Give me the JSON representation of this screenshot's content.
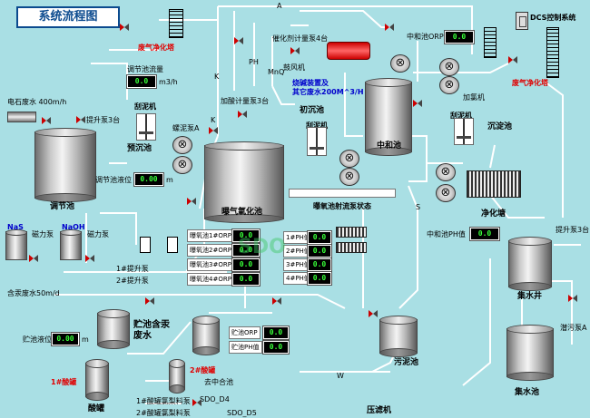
{
  "title": "系统流程图",
  "dcs": "DCS控制系统",
  "tanks": {
    "regulate": "调节池",
    "presettle": "预沉池",
    "anoxic": "曝气氧化池",
    "first": "初沉池",
    "neutral": "中和池",
    "settle": "沉淀池",
    "clarify": "净化塘",
    "collect_well": "集水井",
    "sludge": "污泥池",
    "collect": "集水池",
    "press": "压滤机",
    "store": "贮池含汞废水",
    "acid1": "1#酸罐",
    "acid2": "2#酸罐",
    "acid": "酸罐",
    "nas": "NaS",
    "naoh": "NaOH"
  },
  "labels": {
    "waste_gas_l": "废气净化塔",
    "waste_gas_r": "废气净化塔",
    "feed_water": "电石废水 400m/h",
    "lift_pump": "提升泵3台",
    "regulate_flow": "调节池流量",
    "flow_unit": "m3/h",
    "regulate_level": "调节池液位",
    "level_unit": "m",
    "scraper_l": "刮泥机",
    "scraper_m": "刮泥机",
    "scraper_r": "刮泥机",
    "sludge_pump": "螺泥泵A",
    "dosing_pump": "加酸计量泵3台",
    "oxidizer": "催化剂计量泵4台",
    "blower": "鼓风机",
    "ph": "PH",
    "mnq": "MnQ",
    "burner": "烧碱装置及",
    "other_water": "其它废水200M^3/H",
    "add_alkali": "加氯机",
    "neutral_orp": "中和池ORP",
    "neutral_ph": "中和池PH值",
    "aer_status": "曝氧池射流泵状态",
    "mercury_water": "含汞废水50m/d",
    "lift1": "1#提升泵",
    "lift2": "2#提升泵",
    "mag_pump_a": "磁力泵",
    "mag_pump_b": "磁力泵",
    "store_level": "贮池液位",
    "store_orp": "贮池ORP",
    "store_ph": "贮池PH值",
    "acid_pump1": "1#酸罐氯梨料泵",
    "acid_pump2": "2#酸罐氯梨料泵",
    "to_basin": "去中合池",
    "sdo_d4": "SDO_D4",
    "sdo_d5": "SDO_D5",
    "lift_r": "提升泵3台",
    "sludge_r": "潜污泵A",
    "watermark": "SDO",
    "w": "W",
    "a": "A",
    "k": "K",
    "s": "S"
  },
  "readings": {
    "regulate_flow": "0.0",
    "regulate_level": "0.00",
    "neutral_orp": "0.0",
    "neutral_ph": "0.0",
    "store_level": "0.00",
    "store_orp": "0.0",
    "store_ph": "0.0",
    "aer": [
      {
        "label": "曝氧池1#ORP",
        "value": "0.0"
      },
      {
        "label": "曝氧池2#ORP",
        "value": "0.0"
      },
      {
        "label": "曝氧池3#ORP",
        "value": "0.0"
      },
      {
        "label": "曝氧池4#ORP",
        "value": "0.0"
      }
    ],
    "ph": [
      {
        "label": "1#PH值",
        "value": "0.0"
      },
      {
        "label": "2#PH值",
        "value": "0.0"
      },
      {
        "label": "3#PH值",
        "value": "0.0"
      },
      {
        "label": "4#PH值",
        "value": "0.0"
      }
    ]
  },
  "colors": {
    "background": "#a9dfe4",
    "pipe": "#ffffff",
    "display_bg": "#000000",
    "display_fg": "#39ff39",
    "title": "#0b4a8e"
  }
}
